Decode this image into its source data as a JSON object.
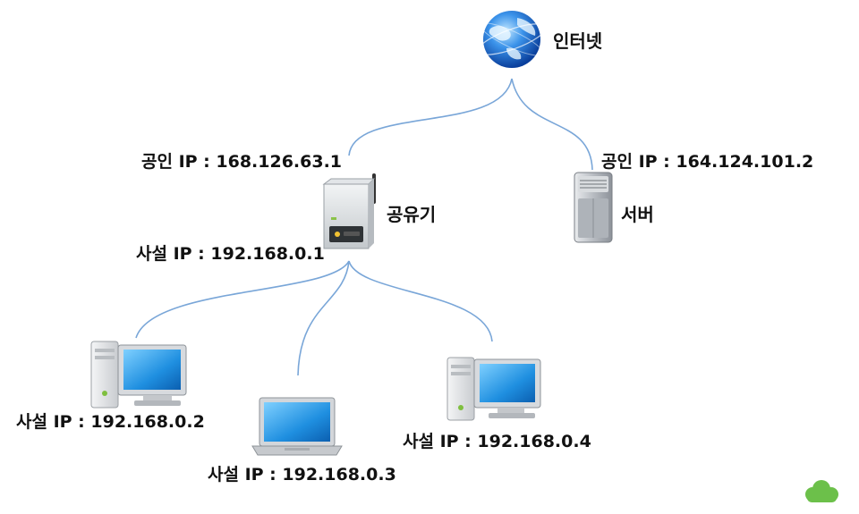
{
  "colors": {
    "link": "#79a6d8",
    "monitor_screen": "#1f8fe0",
    "monitor_frame": "#d7dade",
    "globe": "#1a6fd6",
    "watermark": "#6cc04a"
  },
  "nodes": {
    "internet": {
      "label": "인터넷",
      "icon": "globe-icon"
    },
    "router": {
      "label": "공유기",
      "icon": "router-icon",
      "public_ip": "공인 IP : 168.126.63.1",
      "private_ip": "사설 IP : 192.168.0.1"
    },
    "server": {
      "label": "서버",
      "icon": "server-icon",
      "public_ip": "공인 IP : 164.124.101.2"
    },
    "pc1": {
      "icon": "desktop-computer-icon",
      "private_ip": "사설 IP : 192.168.0.2"
    },
    "laptop": {
      "icon": "laptop-icon",
      "private_ip": "사설 IP : 192.168.0.3"
    },
    "pc2": {
      "icon": "desktop-computer-icon",
      "private_ip": "사설 IP : 192.168.0.4"
    }
  },
  "edges": [
    {
      "from": "internet",
      "to": "router"
    },
    {
      "from": "internet",
      "to": "server"
    },
    {
      "from": "router",
      "to": "pc1"
    },
    {
      "from": "router",
      "to": "laptop"
    },
    {
      "from": "router",
      "to": "pc2"
    }
  ],
  "watermark_icon": "cloud-logo-icon"
}
